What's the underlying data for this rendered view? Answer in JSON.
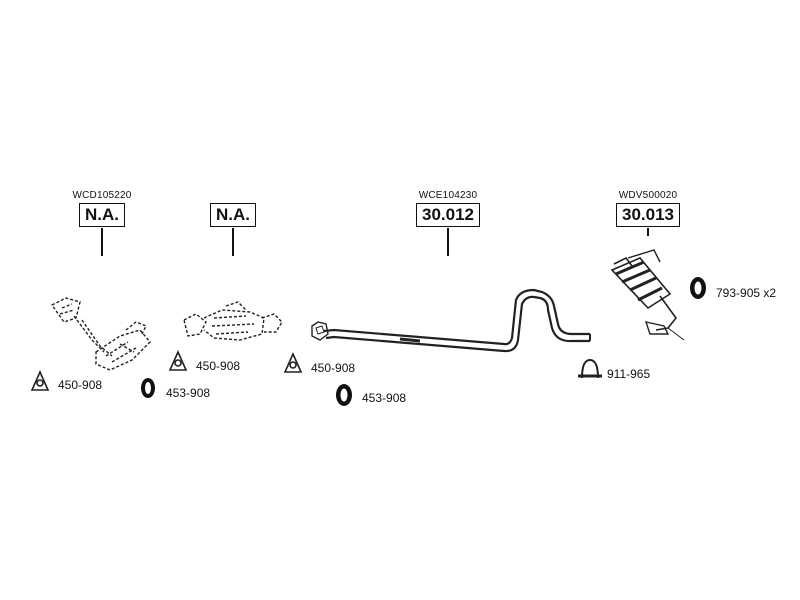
{
  "assemblies": [
    {
      "ref": "WCD105220",
      "label": "N.A."
    },
    {
      "ref": "",
      "label": "N.A."
    },
    {
      "ref": "WCE104230",
      "label": "30.012"
    },
    {
      "ref": "WDV500020",
      "label": "30.013"
    }
  ],
  "parts": [
    {
      "code": "450-908",
      "icon": "gasket-icon"
    },
    {
      "code": "453-908",
      "icon": "rubber-mount-icon"
    },
    {
      "code": "450-908",
      "icon": "gasket-icon"
    },
    {
      "code": "450-908",
      "icon": "gasket-icon"
    },
    {
      "code": "453-908",
      "icon": "rubber-mount-icon"
    },
    {
      "code": "911-965",
      "icon": "clamp-icon"
    },
    {
      "code": "793-905 x2",
      "icon": "rubber-mount-icon"
    }
  ]
}
